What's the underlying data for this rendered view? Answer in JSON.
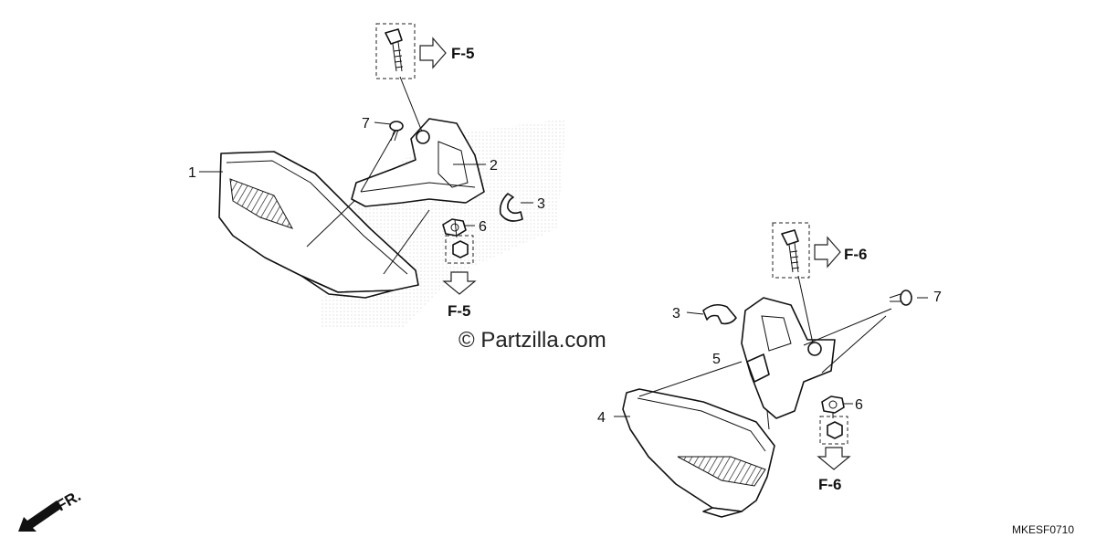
{
  "callouts": {
    "c1": "1",
    "c2": "2",
    "c3a": "3",
    "c6a": "6",
    "c7a": "7",
    "c3b": "3",
    "c4": "4",
    "c5": "5",
    "c6b": "6",
    "c7b": "7"
  },
  "refs": {
    "f5_top": "F-5",
    "f5_bottom": "F-5",
    "f6_top": "F-6",
    "f6_bottom": "F-6"
  },
  "watermark": "© Partzilla.com",
  "diagram_code": "MKESF0710",
  "direction": "FR."
}
